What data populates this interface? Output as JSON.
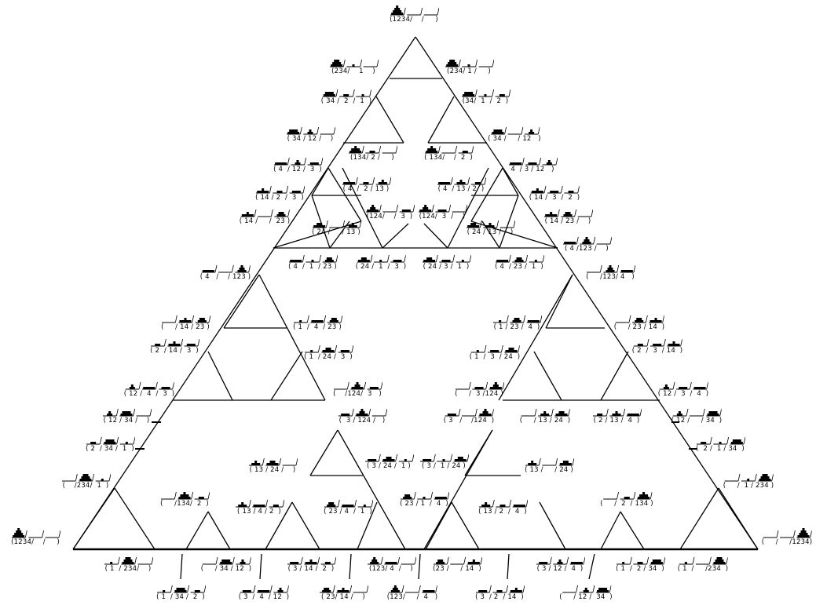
{
  "states": [
    {
      "id": "s1",
      "label": "(1234/    /     )"
    },
    {
      "id": "s2",
      "label": "(234/    1    )"
    },
    {
      "id": "s3",
      "label": "(234/ 1 /     )"
    },
    {
      "id": "s4",
      "label": "( 34 /  2  /  1  )"
    },
    {
      "id": "s5",
      "label": "(34/  1  /  2  )"
    },
    {
      "id": "s6",
      "label": "( 34 / 12 /    )"
    },
    {
      "id": "s7",
      "label": "( 34 /     / 12   )"
    },
    {
      "id": "s8",
      "label": "(134/ 2 /     )"
    },
    {
      "id": "s9",
      "label": "( 134/    /  2  )"
    },
    {
      "id": "s10",
      "label": "( 4  / 12 /  3  )"
    },
    {
      "id": "s11",
      "label": "4  / 3 / 12   )"
    },
    {
      "id": "s12",
      "label": "( 14 / 2  /  3  )"
    },
    {
      "id": "s13",
      "label": "( 4  /  2 / 13 )"
    },
    {
      "id": "s14",
      "label": "( 4  / 13 / 2  )"
    },
    {
      "id": "s15",
      "label": "( 14 /  3  /  2  )"
    },
    {
      "id": "s16",
      "label": "( 14 /     /  23 )"
    },
    {
      "id": "s17",
      "label": "( 24 /     / 13 )"
    },
    {
      "id": "s18",
      "label": "(124/    /  3  )"
    },
    {
      "id": "s19",
      "label": "(124/  3  /    )"
    },
    {
      "id": "s20",
      "label": "( 24 / 13 /    )"
    },
    {
      "id": "s21",
      "label": "( 14 / 23 /    )"
    },
    {
      "id": "s22",
      "label": "( 4 /123 /    )"
    },
    {
      "id": "s23",
      "label": "( 4  /  1  / 23 )"
    },
    {
      "id": "s24",
      "label": "( 24 /  1  /  3  )"
    },
    {
      "id": "s25",
      "label": "( 24 / 3 /  1  )"
    },
    {
      "id": "s26",
      "label": "( 4  / 23 /  1  )"
    },
    {
      "id": "s27",
      "label": "( 4   /    / 123 )"
    },
    {
      "id": "s28",
      "label": "(     /123/ 4   )"
    },
    {
      "id": "s29",
      "label": "(     / 14 / 23 )"
    },
    {
      "id": "s30",
      "label": "( 1  /  4  / 23 )"
    },
    {
      "id": "s31",
      "label": "( 1 / 23 /  4  )"
    },
    {
      "id": "s32",
      "label": "(     / 23 / 14  )"
    },
    {
      "id": "s33",
      "label": "( 2  / 14 /  3  )"
    },
    {
      "id": "s34",
      "label": "( 1  / 24 /  3  )"
    },
    {
      "id": "s35",
      "label": "( 1  /  3  / 24  )"
    },
    {
      "id": "s36",
      "label": "( 2  /  3  / 14  )"
    },
    {
      "id": "s37",
      "label": "( 12 /  4  /  3  )"
    },
    {
      "id": "s38",
      "label": "(    /124/  3   )"
    },
    {
      "id": "s39",
      "label": "(     /  3 /124 )"
    },
    {
      "id": "s40",
      "label": "( 12 /  3  /  4  )"
    },
    {
      "id": "s41",
      "label": "( 12 / 34 /    )"
    },
    {
      "id": "s42",
      "label": "(  3 / 124 /   )"
    },
    {
      "id": "s43",
      "label": "( 3   /    /124  )"
    },
    {
      "id": "s44",
      "label": "(     / 13 / 24  )"
    },
    {
      "id": "s45",
      "label": "( 2 / 13 /  4  )"
    },
    {
      "id": "s46",
      "label": "( 12 /     / 34  )"
    },
    {
      "id": "s47",
      "label": "( 2  / 34 /  1  )"
    },
    {
      "id": "s48",
      "label": "(  2 /  1 / 34  )"
    },
    {
      "id": "s49",
      "label": "( 13 / 24 /    )"
    },
    {
      "id": "s50",
      "label": "( 3 / 24 /  1 )"
    },
    {
      "id": "s51",
      "label": "( 3 /  1 / 24 )"
    },
    {
      "id": "s52",
      "label": "( 13 /     / 24 )"
    },
    {
      "id": "s53",
      "label": "(    /234/  1  )"
    },
    {
      "id": "s54",
      "label": "(     /  1 / 234 )"
    },
    {
      "id": "s55",
      "label": "(     /134/  2  )"
    },
    {
      "id": "s56",
      "label": "( 13 / 4 / 2  )"
    },
    {
      "id": "s57",
      "label": "( 23 / 4  /  1  )"
    },
    {
      "id": "s58",
      "label": "( 23 / 1  /  4  )"
    },
    {
      "id": "s59",
      "label": "( 13 / 2  /  4  )"
    },
    {
      "id": "s60",
      "label": "(     /  2  / 134 )"
    },
    {
      "id": "s61",
      "label": "(1234/    /     )"
    },
    {
      "id": "s62",
      "label": "(     /     /1234)"
    },
    {
      "id": "s63",
      "label": "( 1  / 234/    )"
    },
    {
      "id": "s64",
      "label": "(     / 34 / 12  )"
    },
    {
      "id": "s65",
      "label": "( 3 / 14 /  2  )"
    },
    {
      "id": "s66",
      "label": "(123/ 4  /    )"
    },
    {
      "id": "s67",
      "label": "(23 /     / 14  )"
    },
    {
      "id": "s68",
      "label": "( 3 / 12 /  4  )"
    },
    {
      "id": "s69",
      "label": "( 1  /  2 / 34  )"
    },
    {
      "id": "s70",
      "label": "( 1  /     /234  )"
    },
    {
      "id": "s71",
      "label": "( 1  / 34 /  2  )"
    },
    {
      "id": "s72",
      "label": "( 3  /  4  / 12  )"
    },
    {
      "id": "s73",
      "label": "( 23/ 14 /    )"
    },
    {
      "id": "s74",
      "label": "(123/     /  4   )"
    },
    {
      "id": "s75",
      "label": "( 3  / 2  / 14  )"
    },
    {
      "id": "s76",
      "label": "(     / 12 /  34  )"
    }
  ]
}
